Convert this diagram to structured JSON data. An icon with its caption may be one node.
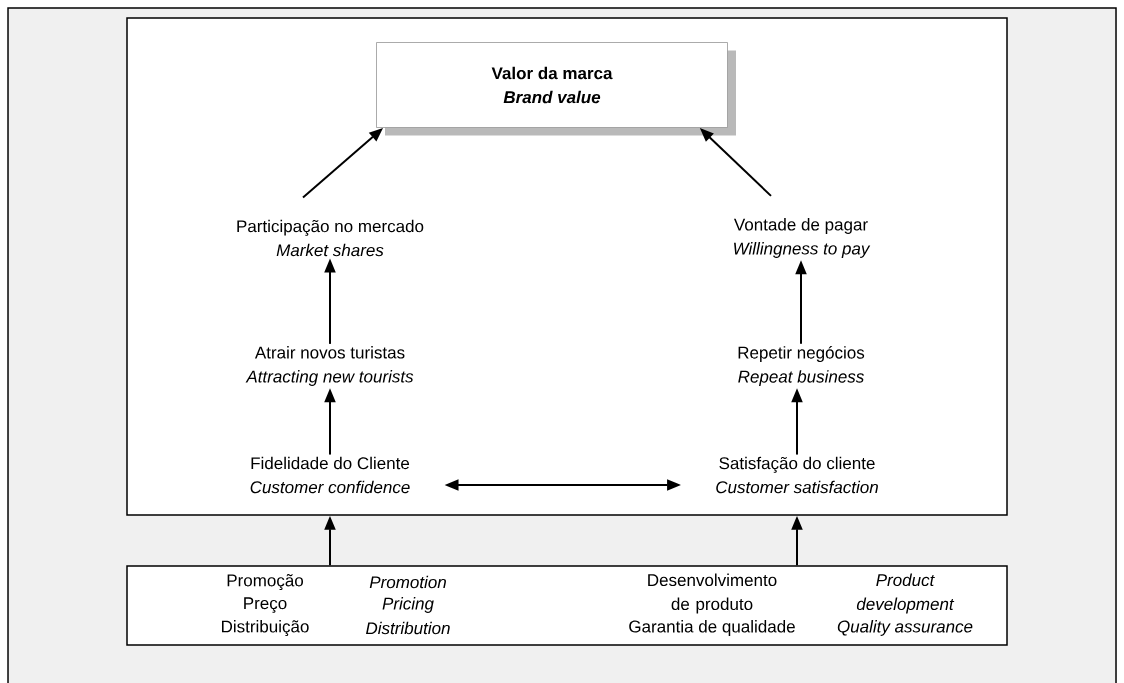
{
  "diagram": {
    "nodes": [
      {
        "text": [],
        "shape": "box"
      },
      {
        "text": [
          "Valor da marca",
          "Brand value"
        ],
        "in": 0
      },
      {
        "text": [
          "Participação no mercado",
          "Market shares"
        ],
        "in": 0
      },
      {
        "text": [
          "Vontade de pagar",
          "Willingness to pay"
        ],
        "in": 0
      },
      {
        "text": [
          "Atrair novos turistas",
          "Attracting new tourists"
        ],
        "in": 0
      },
      {
        "text": [
          "Repetir negócios",
          "Repeat business"
        ],
        "in": 0
      },
      {
        "text": [
          "Fidelidade do Cliente",
          "Customer confidence"
        ],
        "in": 0
      },
      {
        "text": [
          "Satisfação do cliente",
          "Customer satisfaction"
        ],
        "in": 0
      },
      {
        "text": [
          "Promoção",
          "Preço",
          "Distribuição",
          "Promotion",
          "Pricing",
          "Distribution",
          "Desenvolvimento de produto",
          "Garantia de qualidade",
          "Product development",
          "Quality assurance"
        ]
      }
    ],
    "edges": [
      {
        "from": 2,
        "to": 1,
        "arrow": "to"
      },
      {
        "from": 3,
        "to": 1,
        "arrow": "to"
      },
      {
        "from": 4,
        "to": 2,
        "arrow": "to"
      },
      {
        "from": 5,
        "to": 3,
        "arrow": "to"
      },
      {
        "from": 6,
        "to": 4,
        "arrow": "to"
      },
      {
        "from": 7,
        "to": 5,
        "arrow": "to"
      },
      {
        "from": 6,
        "to": 7,
        "arrow": "both"
      },
      {
        "from": 8,
        "to": 0,
        "arrow": "to"
      },
      {
        "from": 8,
        "to": 0,
        "arrow": "to"
      }
    ]
  }
}
